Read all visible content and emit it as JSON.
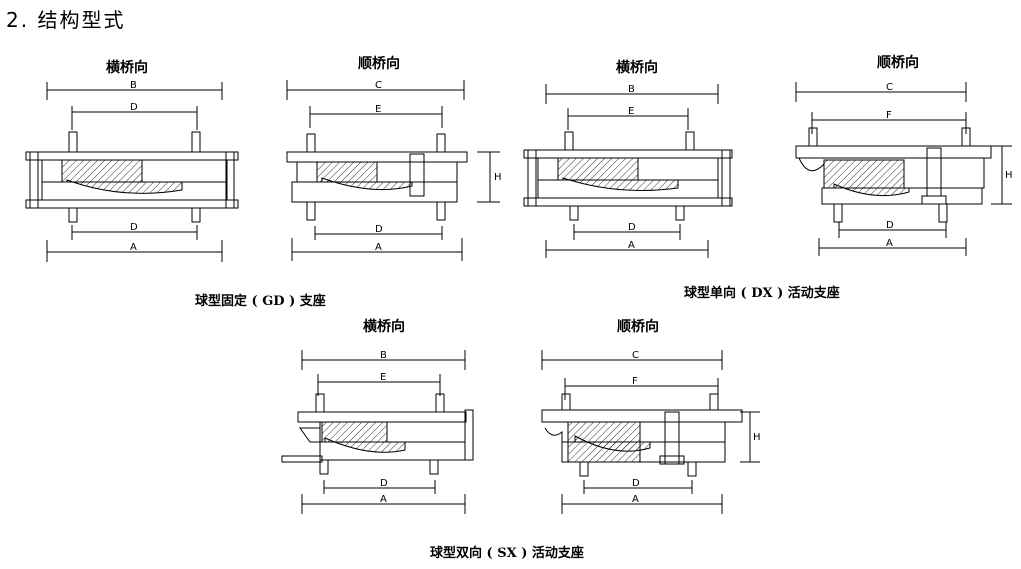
{
  "title": "2. 结构型式",
  "labels": {
    "transverse": "横桥向",
    "longitudinal": "顺桥向"
  },
  "captions": {
    "gd": "球型固定 ( GD ) 支座",
    "dx": "球型单向 ( DX ) 活动支座",
    "sx": "球型双向 ( SX ) 活动支座"
  },
  "dims": {
    "A": "A",
    "B": "B",
    "C": "C",
    "D": "D",
    "E": "E",
    "F": "F",
    "H": "H"
  }
}
